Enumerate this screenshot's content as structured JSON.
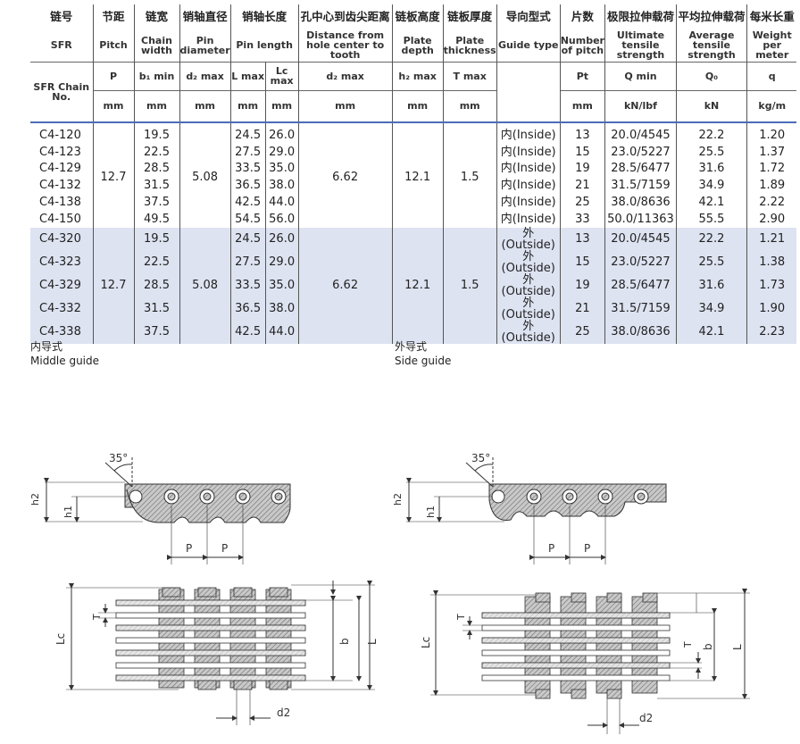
{
  "headers": [
    {
      "zh": "链号",
      "en": "SFR",
      "sym": "SFR Chain No.",
      "unit": ""
    },
    {
      "zh": "节距",
      "en": "Pitch",
      "sym": "P",
      "unit": "mm"
    },
    {
      "zh": "链宽",
      "en": "Chain width",
      "sym": "b₁ min",
      "unit": "mm"
    },
    {
      "zh": "销轴直径",
      "en": "Pin diameter",
      "sym": "d₂ max",
      "unit": "mm"
    },
    {
      "zh": "销轴长度",
      "en": "Pin length",
      "sym_l": "L max",
      "sym_lc": "Lc max",
      "unit": "mm"
    },
    {
      "zh": "孔中心到齿尖距离",
      "en": "Distance from hole center to tooth",
      "sym": "d₂ max",
      "unit": "mm"
    },
    {
      "zh": "链板高度",
      "en": "Plate depth",
      "sym": "h₂ max",
      "unit": "mm"
    },
    {
      "zh": "链板厚度",
      "en": "Plate thickness",
      "sym": "T max",
      "unit": "mm"
    },
    {
      "zh": "导向型式",
      "en": "Guide type",
      "sym": "",
      "unit": ""
    },
    {
      "zh": "片数",
      "en": "Number of pitch",
      "sym": "Pt",
      "unit": "mm"
    },
    {
      "zh": "极限拉伸载荷",
      "en": "Ultimate tensile strength",
      "sym": "Q min",
      "unit": "kN/lbf"
    },
    {
      "zh": "平均拉伸载荷",
      "en": "Average tensile strength",
      "sym": "Q₀",
      "unit": "kN"
    },
    {
      "zh": "每米长重",
      "en": "Weight per meter",
      "sym": "q",
      "unit": "kg/m"
    }
  ],
  "group1": {
    "pitch": "12.7",
    "pin_diameter": "5.08",
    "distance": "6.62",
    "plate_depth": "12.1",
    "plate_thickness": "1.5",
    "rows": [
      {
        "model": "C4-120",
        "width": "19.5",
        "l": "24.5",
        "lc": "26.0",
        "guide": "内(Inside)",
        "pt": "13",
        "ult": "20.0/4545",
        "avg": "22.2",
        "q": "1.20"
      },
      {
        "model": "C4-123",
        "width": "22.5",
        "l": "27.5",
        "lc": "29.0",
        "guide": "内(Inside)",
        "pt": "15",
        "ult": "23.0/5227",
        "avg": "25.5",
        "q": "1.37"
      },
      {
        "model": "C4-129",
        "width": "28.5",
        "l": "33.5",
        "lc": "35.0",
        "guide": "内(Inside)",
        "pt": "19",
        "ult": "28.5/6477",
        "avg": "31.6",
        "q": "1.72"
      },
      {
        "model": "C4-132",
        "width": "31.5",
        "l": "36.5",
        "lc": "38.0",
        "guide": "内(Inside)",
        "pt": "21",
        "ult": "31.5/7159",
        "avg": "34.9",
        "q": "1.89"
      },
      {
        "model": "C4-138",
        "width": "37.5",
        "l": "42.5",
        "lc": "44.0",
        "guide": "内(Inside)",
        "pt": "25",
        "ult": "38.0/8636",
        "avg": "42.1",
        "q": "2.22"
      },
      {
        "model": "C4-150",
        "width": "49.5",
        "l": "54.5",
        "lc": "56.0",
        "guide": "内(Inside)",
        "pt": "33",
        "ult": "50.0/11363",
        "avg": "55.5",
        "q": "2.90"
      }
    ]
  },
  "group2": {
    "pitch": "12.7",
    "pin_diameter": "5.08",
    "distance": "6.62",
    "plate_depth": "12.1",
    "plate_thickness": "1.5",
    "rows": [
      {
        "model": "C4-320",
        "width": "19.5",
        "l": "24.5",
        "lc": "26.0",
        "guide": "外(Outside)",
        "pt": "13",
        "ult": "20.0/4545",
        "avg": "22.2",
        "q": "1.21"
      },
      {
        "model": "C4-323",
        "width": "22.5",
        "l": "27.5",
        "lc": "29.0",
        "guide": "外(Outside)",
        "pt": "15",
        "ult": "23.0/5227",
        "avg": "25.5",
        "q": "1.38"
      },
      {
        "model": "C4-329",
        "width": "28.5",
        "l": "33.5",
        "lc": "35.0",
        "guide": "外(Outside)",
        "pt": "19",
        "ult": "28.5/6477",
        "avg": "31.6",
        "q": "1.73"
      },
      {
        "model": "C4-332",
        "width": "31.5",
        "l": "36.5",
        "lc": "38.0",
        "guide": "外(Outside)",
        "pt": "21",
        "ult": "31.5/7159",
        "avg": "34.9",
        "q": "1.90"
      },
      {
        "model": "C4-338",
        "width": "37.5",
        "l": "42.5",
        "lc": "44.0",
        "guide": "外(Outside)",
        "pt": "25",
        "ult": "38.0/8636",
        "avg": "42.1",
        "q": "2.23"
      }
    ]
  },
  "captions": {
    "left_zh": "内导式",
    "left_en": "Middle guide",
    "right_zh": "外导式",
    "right_en": "Side guide"
  },
  "diagram_labels": {
    "angle": "35°",
    "h2": "h2",
    "h1": "h1",
    "p": "P",
    "t": "T",
    "lc": "Lc",
    "b": "b",
    "l": "L",
    "d2": "d2"
  },
  "colors": {
    "accent": "#4b6cb7",
    "band": "#dde3f1",
    "hatch": "#9a9a9a"
  }
}
